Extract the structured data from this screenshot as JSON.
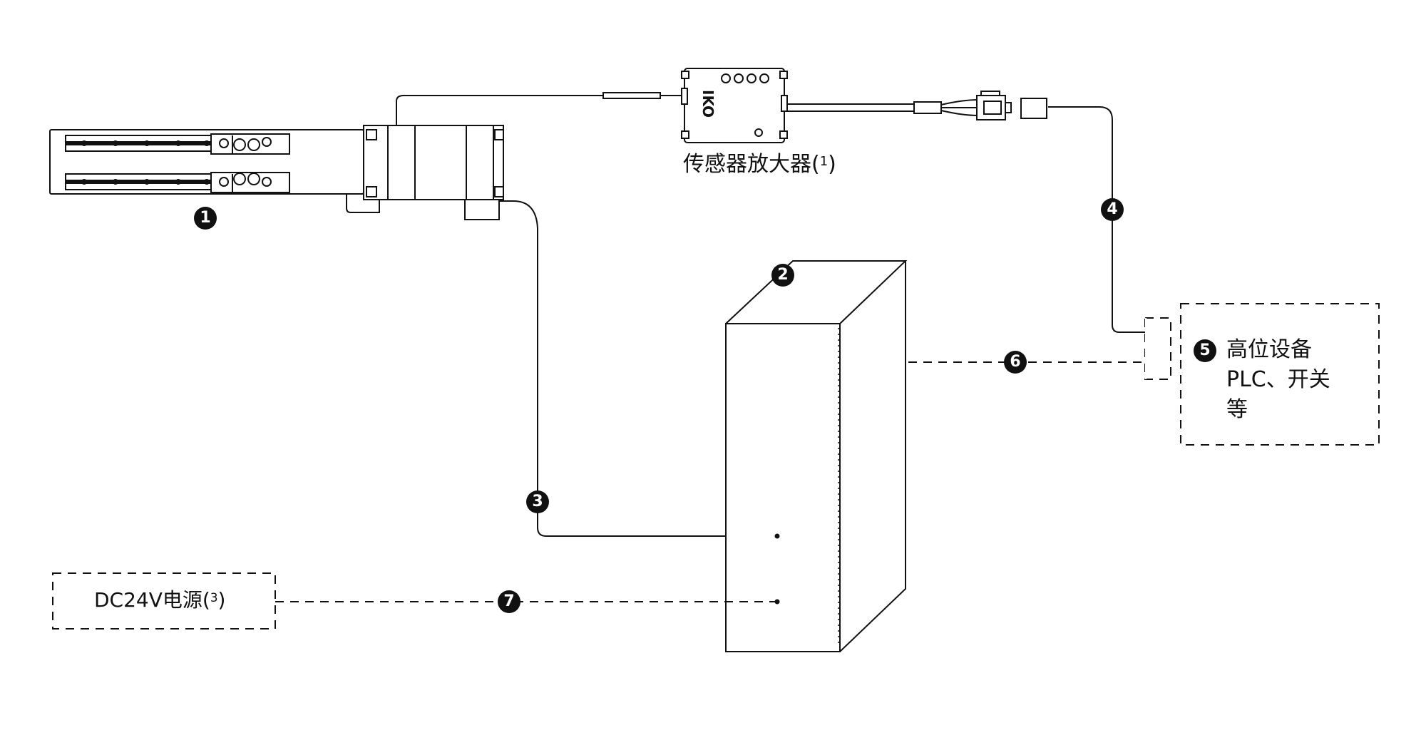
{
  "amplifier": {
    "name": "传感器放大器",
    "note_ref": "1",
    "logo_text": "IKO"
  },
  "power_supply": {
    "name": "DC24V电源",
    "note_ref": "3"
  },
  "host_device": {
    "line1": "高位设备",
    "line2": "PLC、开关",
    "line3": "等"
  },
  "markers": [
    "1",
    "2",
    "3",
    "4",
    "5",
    "6",
    "7"
  ]
}
